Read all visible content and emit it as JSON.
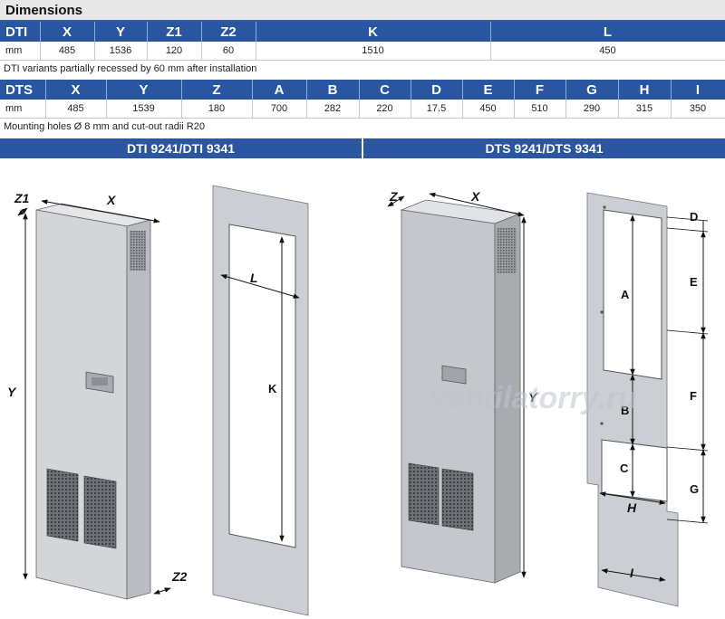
{
  "title": "Dimensions",
  "dti_table": {
    "headers": [
      "DTI",
      "X",
      "Y",
      "Z1",
      "Z2",
      "K",
      "L"
    ],
    "row": [
      "mm",
      "485",
      "1536",
      "120",
      "60",
      "1510",
      "450"
    ]
  },
  "dti_note": "DTI variants partially recessed by 60 mm after installation",
  "dts_table": {
    "headers": [
      "DTS",
      "X",
      "Y",
      "Z",
      "A",
      "B",
      "C",
      "D",
      "E",
      "F",
      "G",
      "H",
      "I"
    ],
    "row": [
      "mm",
      "485",
      "1539",
      "180",
      "700",
      "282",
      "220",
      "17.5",
      "450",
      "510",
      "290",
      "315",
      "350"
    ]
  },
  "dts_note": "Mounting holes Ø 8 mm and cut-out radii R20",
  "model_left": "DTI 9241/DTI 9341",
  "model_right": "DTS 9241/DTS 9341",
  "watermark": "Ventilatorry.ru",
  "labels": {
    "z1": "Z1",
    "x1": "X",
    "y1": "Y",
    "z2": "Z2",
    "l": "L",
    "k": "K",
    "z": "Z",
    "x2": "X",
    "y2": "Y",
    "d": "D",
    "e": "E",
    "a": "A",
    "f": "F",
    "b": "B",
    "c": "C",
    "g": "G",
    "h": "H",
    "i": "I"
  },
  "colors": {
    "header_blue": "#2a55a0",
    "cabinet_grey": "#d4d6d9",
    "panel_grey": "#cdd0d3"
  }
}
